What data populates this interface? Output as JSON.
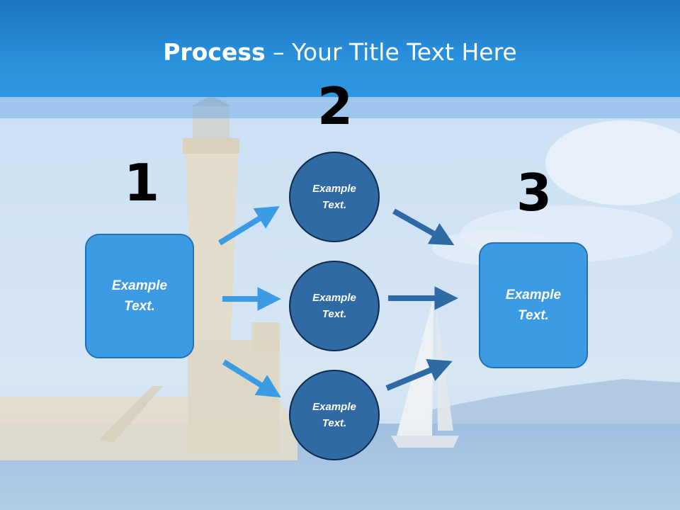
{
  "title": {
    "bold": "Process",
    "rest": " – Your Title Text Here"
  },
  "steps": {
    "one": "1",
    "two": "2",
    "three": "3"
  },
  "left_box": {
    "text": "Example\nText."
  },
  "right_box": {
    "text": "Example\nText."
  },
  "circles": [
    {
      "text": "Example\nText."
    },
    {
      "text": "Example\nText."
    },
    {
      "text": "Example\nText."
    }
  ],
  "colors": {
    "header": "#2a90dc",
    "box_fill": "#3d9be4",
    "circle_fill": "#2f6aa4",
    "arrow_light": "#3d9be4",
    "arrow_dark": "#2f6aa4"
  }
}
